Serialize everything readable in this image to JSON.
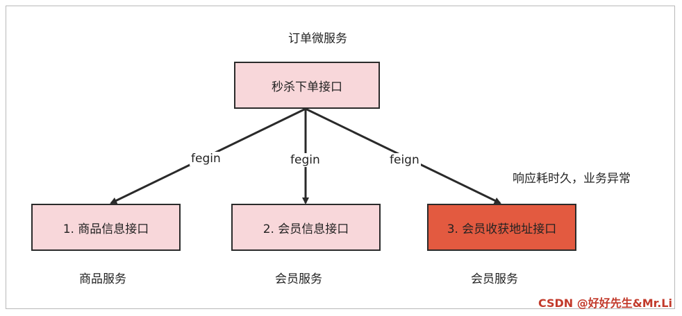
{
  "diagram": {
    "top_group_label": "订单微服务",
    "root_node": {
      "label": "秒杀下单接口"
    },
    "nodes": [
      {
        "label": "1. 商品信息接口",
        "service_label": "商品服务",
        "edge_label": "fegin"
      },
      {
        "label": "2. 会员信息接口",
        "service_label": "会员服务",
        "edge_label": "fegin"
      },
      {
        "label": "3. 会员收获地址接口",
        "service_label": "会员服务",
        "edge_label": "feign"
      }
    ],
    "annotation": "响应耗时久，业务异常",
    "colors": {
      "node_fill": "#f8d7da",
      "alert_fill": "#e35a40",
      "border": "#2a2a2a",
      "watermark": "#c23a2b"
    }
  },
  "watermark": "CSDN @好好先生&Mr.Li"
}
